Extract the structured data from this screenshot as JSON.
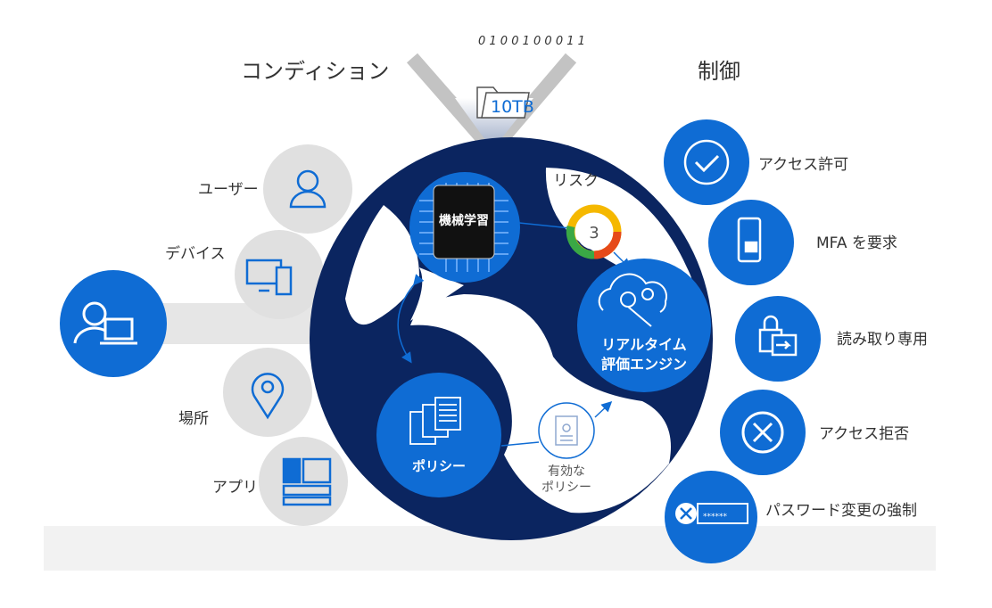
{
  "headers": {
    "conditions": "コンディション",
    "controls": "制御"
  },
  "data_badge": {
    "bits": "0 1 0 0 1 0 0 0 1 1",
    "size": "10TB"
  },
  "conditions": [
    {
      "label": "ユーザー",
      "icon": "user-icon"
    },
    {
      "label": "デバイス",
      "icon": "device-icon"
    },
    {
      "label": "場所",
      "icon": "location-icon"
    },
    {
      "label": "アプリ",
      "icon": "app-icon"
    }
  ],
  "engine": {
    "ml": "機械学習",
    "risk_label": "リスク",
    "risk_score": "3",
    "realtime_line1": "リアルタイム",
    "realtime_line2": "評価エンジン",
    "policy": "ポリシー",
    "effective_line1": "有効な",
    "effective_line2": "ポリシー"
  },
  "controls": [
    {
      "label": "アクセス許可",
      "icon": "check-icon"
    },
    {
      "label": "MFA を要求",
      "icon": "phone-lock-icon"
    },
    {
      "label": "読み取り専用",
      "icon": "read-only-icon"
    },
    {
      "label": "アクセス拒否",
      "icon": "deny-icon"
    },
    {
      "label": "パスワード変更の強制",
      "icon": "password-reset-icon"
    }
  ],
  "colors": {
    "navy": "#0b2560",
    "blue": "#0f6cd4",
    "gray": "#dcdcdc",
    "yellow": "#f5b800",
    "red": "#e64a19",
    "green": "#3aa845"
  }
}
